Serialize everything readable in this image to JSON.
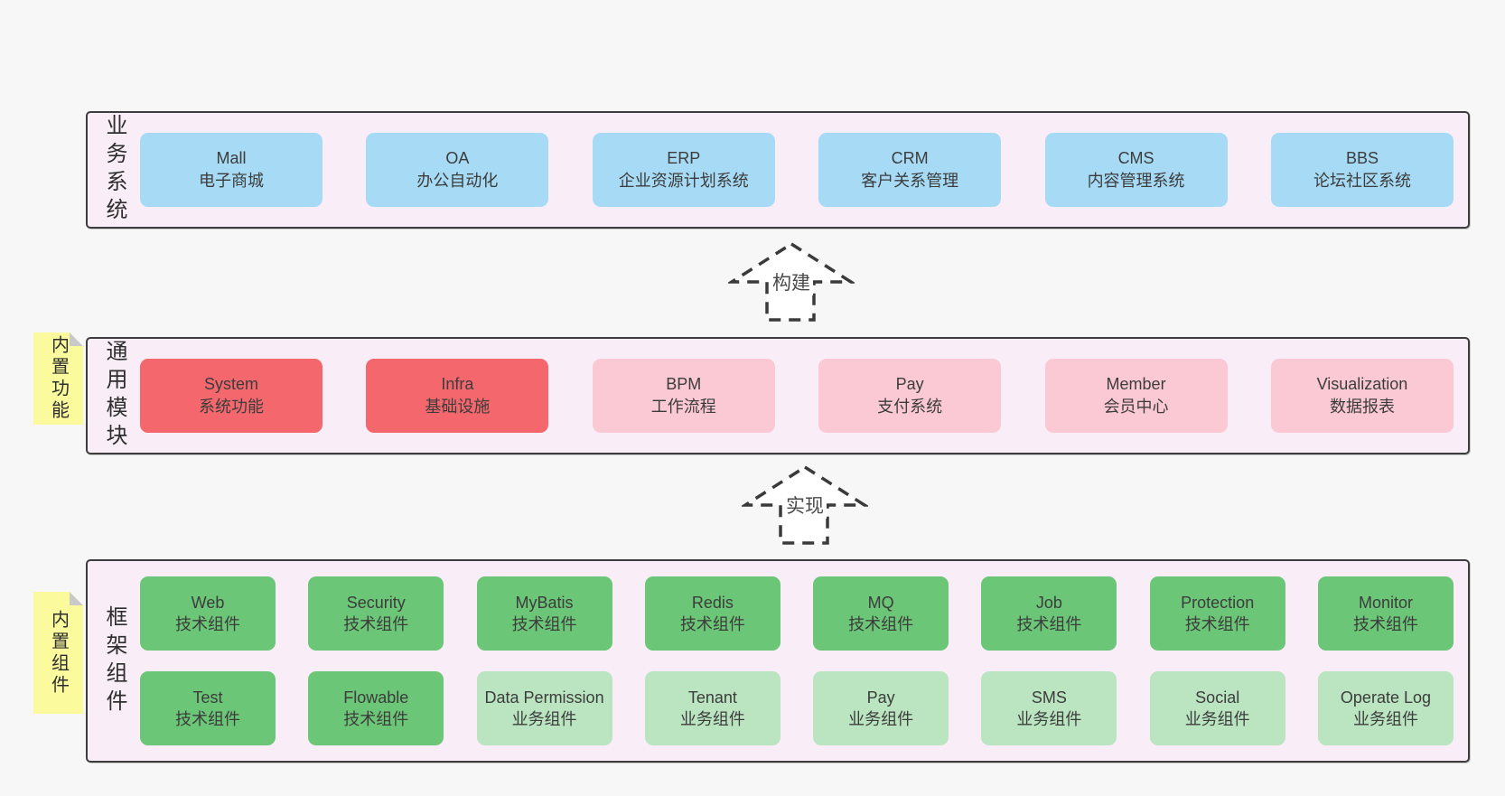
{
  "colors": {
    "page_bg": "#f7f7f7",
    "band_bg": "#f9eef7",
    "band_border": "#3d3d3d",
    "blue": "#a7dbf5",
    "red": "#f4686d",
    "pink": "#fbc9d3",
    "green": "#6cc677",
    "green_light": "#bae5c0",
    "sticky_bg": "#fbfb9e",
    "sticky_fold": "#c9c9c9",
    "arrow_stroke": "#3a3a3a"
  },
  "arrows": [
    {
      "label": "构建"
    },
    {
      "label": "实现"
    }
  ],
  "bands": [
    {
      "label": "业务系统",
      "rows": [
        [
          {
            "title": "Mall",
            "subtitle": "电子商城",
            "variant": "blue"
          },
          {
            "title": "OA",
            "subtitle": "办公自动化",
            "variant": "blue"
          },
          {
            "title": "ERP",
            "subtitle": "企业资源计划系统",
            "variant": "blue"
          },
          {
            "title": "CRM",
            "subtitle": "客户关系管理",
            "variant": "blue"
          },
          {
            "title": "CMS",
            "subtitle": "内容管理系统",
            "variant": "blue"
          },
          {
            "title": "BBS",
            "subtitle": "论坛社区系统",
            "variant": "blue"
          }
        ]
      ]
    },
    {
      "label": "通用模块",
      "sticky": "内置功能",
      "rows": [
        [
          {
            "title": "System",
            "subtitle": "系统功能",
            "variant": "red"
          },
          {
            "title": "Infra",
            "subtitle": "基础设施",
            "variant": "red"
          },
          {
            "title": "BPM",
            "subtitle": "工作流程",
            "variant": "pink"
          },
          {
            "title": "Pay",
            "subtitle": "支付系统",
            "variant": "pink"
          },
          {
            "title": "Member",
            "subtitle": "会员中心",
            "variant": "pink"
          },
          {
            "title": "Visualization",
            "subtitle": "数据报表",
            "variant": "pink"
          }
        ]
      ]
    },
    {
      "label": "框架组件",
      "sticky": "内置组件",
      "rows": [
        [
          {
            "title": "Web",
            "subtitle": "技术组件",
            "variant": "green"
          },
          {
            "title": "Security",
            "subtitle": "技术组件",
            "variant": "green"
          },
          {
            "title": "MyBatis",
            "subtitle": "技术组件",
            "variant": "green"
          },
          {
            "title": "Redis",
            "subtitle": "技术组件",
            "variant": "green"
          },
          {
            "title": "MQ",
            "subtitle": "技术组件",
            "variant": "green"
          },
          {
            "title": "Job",
            "subtitle": "技术组件",
            "variant": "green"
          },
          {
            "title": "Protection",
            "subtitle": "技术组件",
            "variant": "green"
          },
          {
            "title": "Monitor",
            "subtitle": "技术组件",
            "variant": "green"
          }
        ],
        [
          {
            "title": "Test",
            "subtitle": "技术组件",
            "variant": "green"
          },
          {
            "title": "Flowable",
            "subtitle": "技术组件",
            "variant": "green"
          },
          {
            "title": "Data Permission",
            "subtitle": "业务组件",
            "variant": "green-light"
          },
          {
            "title": "Tenant",
            "subtitle": "业务组件",
            "variant": "green-light"
          },
          {
            "title": "Pay",
            "subtitle": "业务组件",
            "variant": "green-light"
          },
          {
            "title": "SMS",
            "subtitle": "业务组件",
            "variant": "green-light"
          },
          {
            "title": "Social",
            "subtitle": "业务组件",
            "variant": "green-light"
          },
          {
            "title": "Operate Log",
            "subtitle": "业务组件",
            "variant": "green-light"
          }
        ]
      ]
    }
  ]
}
